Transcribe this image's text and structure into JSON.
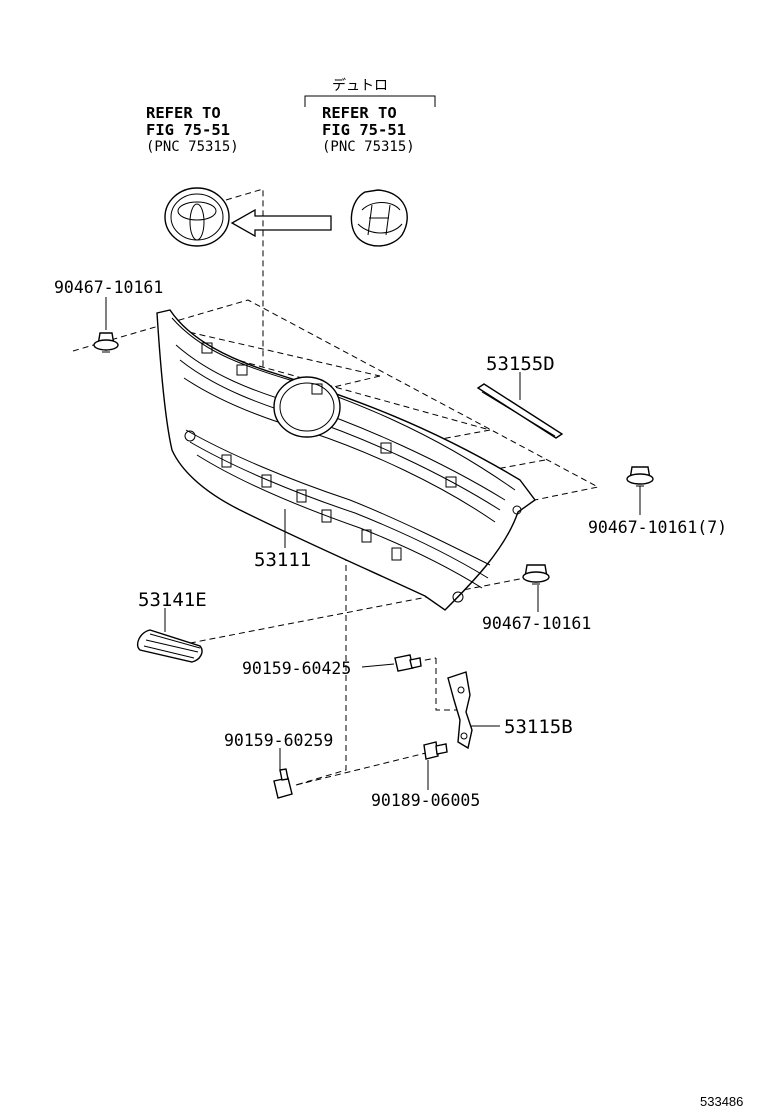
{
  "variant_label": "デュトロ",
  "refer_left": {
    "line1": "REFER TO",
    "line2": "FIG 75-51",
    "line3": "(PNC 75315)"
  },
  "refer_right": {
    "line1": "REFER TO",
    "line2": "FIG 75-51",
    "line3": "(PNC 75315)"
  },
  "parts": {
    "clip_top_left": "90467-10161",
    "garnish": "53155D",
    "clip_right": "90467-10161(7)",
    "grille": "53111",
    "clip_lower_right": "90467-10161",
    "lamp_cover": "53141E",
    "bolt_upper": "90159-60425",
    "bracket": "53115B",
    "bolt_lower": "90159-60259",
    "screw": "90189-06005"
  },
  "figure_number": "533486"
}
